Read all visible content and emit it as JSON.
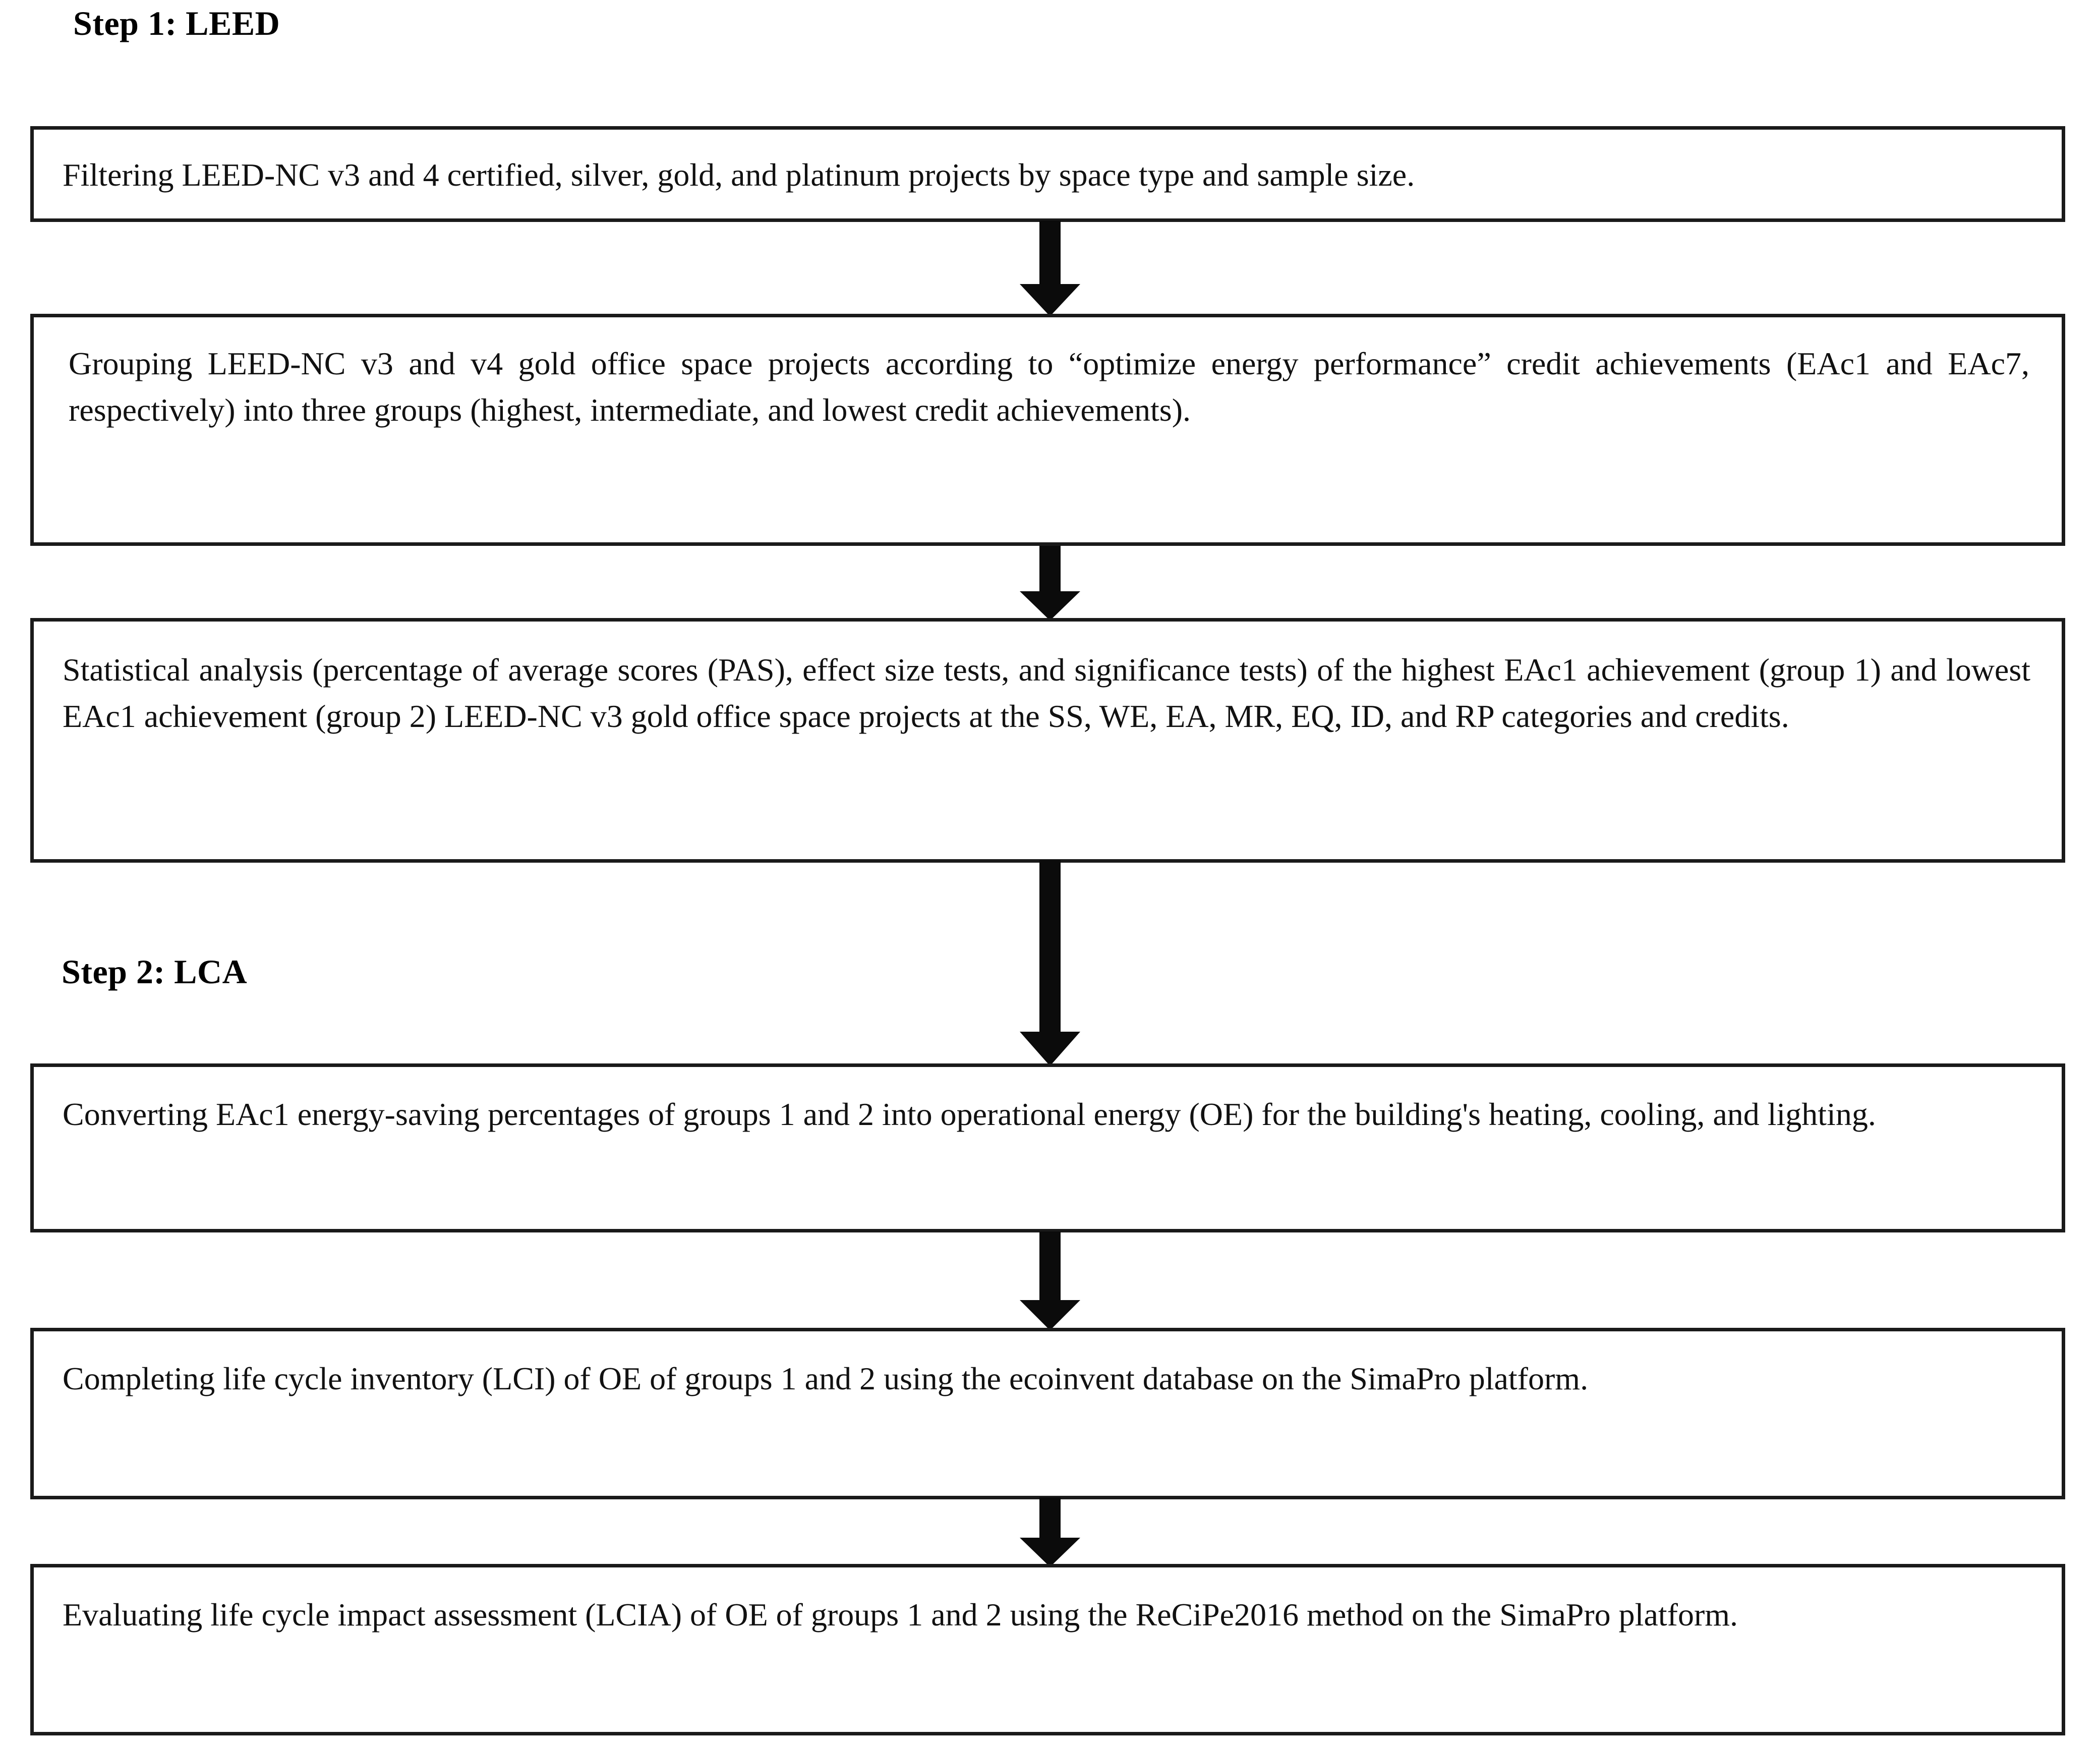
{
  "figure": {
    "type": "flowchart",
    "orientation": "top-to-bottom",
    "background_color": "#ffffff",
    "line_color": "#1a1a1a"
  },
  "headings": {
    "step1": "Step 1: LEED",
    "step2": "Step 2: LCA"
  },
  "boxes": [
    {
      "id": "box-1",
      "step": "Step 1: LEED",
      "text": "Filtering LEED-NC v3 and 4 certified, silver, gold, and platinum projects by space type and sample size."
    },
    {
      "id": "box-2",
      "step": "Step 1: LEED",
      "text": "Grouping LEED-NC v3 and v4 gold office space projects according to “optimize energy performance” credit achievements (EAc1 and EAc7, respectively) into three groups (highest, intermediate, and lowest credit achievements)."
    },
    {
      "id": "box-3",
      "step": "Step 1: LEED",
      "text": "Statistical analysis (percentage of average scores (PAS), effect size tests, and significance tests) of the highest EAc1 achievement (group 1) and lowest EAc1 achievement (group 2) LEED-NC v3 gold office space projects at the SS, WE, EA, MR, EQ, ID, and RP categories and credits."
    },
    {
      "id": "box-4",
      "step": "Step 2: LCA",
      "text": "Converting EAc1 energy-saving percentages of groups 1 and 2 into operational energy (OE) for the building's heating, cooling, and lighting."
    },
    {
      "id": "box-5",
      "step": "Step 2: LCA",
      "text": "Completing life cycle inventory (LCI) of OE of groups 1 and 2 using the ecoinvent database on the SimaPro platform."
    },
    {
      "id": "box-6",
      "step": "Step 2: LCA",
      "text": "Evaluating life cycle impact assessment (LCIA) of OE of groups 1 and 2 using the ReCiPe2016 method on the SimaPro platform."
    }
  ],
  "arrows": [
    {
      "id": "arrow-1",
      "from": "box-1",
      "to": "box-2",
      "style": "block-arrow-down"
    },
    {
      "id": "arrow-2",
      "from": "box-2",
      "to": "box-3",
      "style": "block-arrow-down"
    },
    {
      "id": "arrow-3",
      "from": "box-3",
      "to": "box-4",
      "style": "block-arrow-down-long"
    },
    {
      "id": "arrow-4",
      "from": "box-4",
      "to": "box-5",
      "style": "block-arrow-down"
    },
    {
      "id": "arrow-5",
      "from": "box-5",
      "to": "box-6",
      "style": "block-arrow-down"
    }
  ]
}
